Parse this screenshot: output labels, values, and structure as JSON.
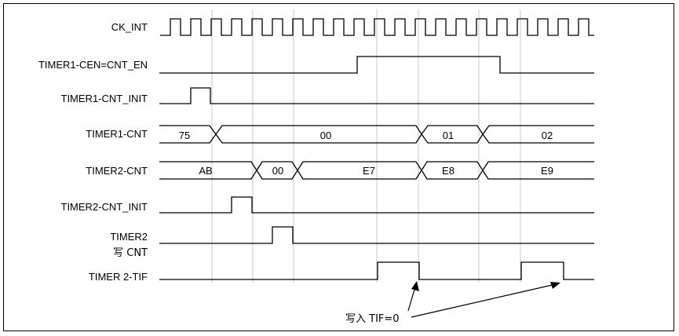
{
  "signals": {
    "ck_int": "CK_INT",
    "timer1_cen": "TIMER1-CEN=CNT_EN",
    "timer1_cnt_init": "TIMER1-CNT_INIT",
    "timer1_cnt": "TIMER1-CNT",
    "timer2_cnt": "TIMER2-CNT",
    "timer2_cnt_init": "TIMER2-CNT_INIT",
    "timer2_write_line1": "TIMER2",
    "timer2_write_line2": "写 CNT",
    "timer2_tif": "TIMER 2-TIF"
  },
  "timer1_cnt_values": [
    "75",
    "00",
    "01",
    "02"
  ],
  "timer2_cnt_values": [
    "AB",
    "00",
    "E7",
    "E8",
    "E9"
  ],
  "annotation": "写入 TIF=0"
}
